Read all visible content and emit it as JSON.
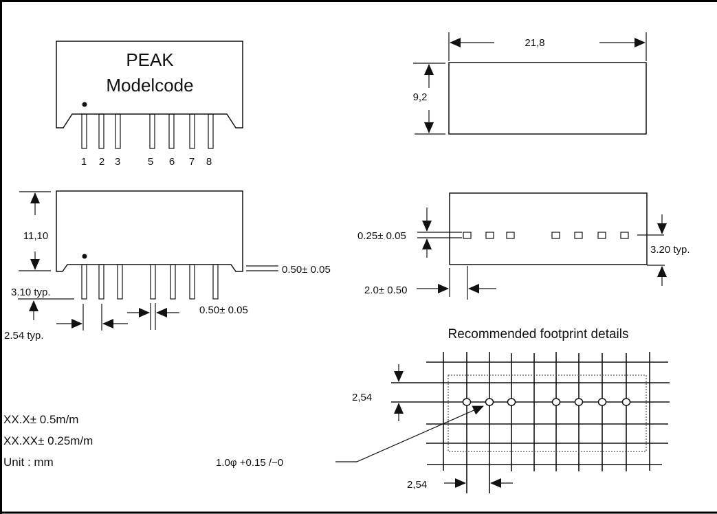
{
  "drawing": {
    "brand": "PEAK",
    "modelcode": "Modelcode",
    "pin_numbers": [
      "1",
      "2",
      "3",
      "5",
      "6",
      "7",
      "8"
    ],
    "top_view": {
      "width_label": "21,8",
      "height_label": "9,2"
    },
    "side_view": {
      "height_label": "11,10",
      "standoff_label": "0.50± 0.05",
      "pin_length_label": "3.10 typ.",
      "pitch_label": "2.54 typ.",
      "pin_width_label": "0.50± 0.05"
    },
    "bottom_view": {
      "pin_thickness_label": "0.25± 0.05",
      "pin_offset_label": "3.20 typ.",
      "edge_offset_label": "2.0± 0.50"
    },
    "footprint": {
      "title": "Recommended footprint details",
      "vertical_pitch_label": "2,54",
      "horizontal_pitch_label": "2,54",
      "hole_label": "1.0φ +0.15 /−0",
      "hole_count": 7
    },
    "tolerances": [
      "XX.X± 0.5m/m",
      "XX.XX± 0.25m/m"
    ],
    "unit": "Unit : mm"
  },
  "colors": {
    "line": "#111111",
    "background": "#ffffff"
  }
}
